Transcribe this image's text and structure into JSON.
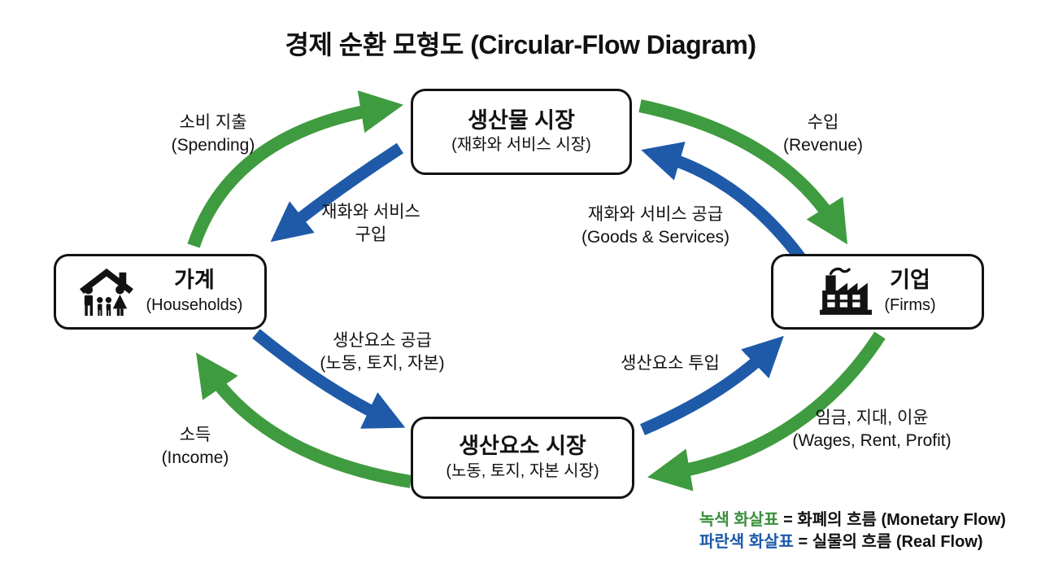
{
  "title": "경제 순환 모형도 (Circular-Flow Diagram)",
  "colors": {
    "monetary_green": "#3f9b3f",
    "real_blue": "#1e5aa8",
    "box_border": "#121212"
  },
  "nodes": {
    "product_market": {
      "title": "생산물 시장",
      "subtitle": "(재화와 서비스 시장)"
    },
    "households": {
      "title": "가계",
      "subtitle": "(Households)"
    },
    "firms": {
      "title": "기업",
      "subtitle": "(Firms)"
    },
    "factor_market": {
      "title": "생산요소 시장",
      "subtitle": "(노동, 토지, 자본 시장)"
    }
  },
  "flow_labels": {
    "spending": {
      "line1": "소비 지출",
      "line2": "(Spending)"
    },
    "revenue": {
      "line1": "수입",
      "line2": "(Revenue)"
    },
    "goods_purchase": {
      "line1": "재화와 서비스",
      "line2": "구입"
    },
    "goods_supply": {
      "line1": "재화와 서비스 공급",
      "line2": "(Goods & Services)"
    },
    "factor_supply": {
      "line1": "생산요소 공급",
      "line2": "(노동, 토지, 자본)"
    },
    "factor_input": {
      "line1": "생산요소 투입"
    },
    "income": {
      "line1": "소득",
      "line2": "(Income)"
    },
    "wages_rent_profit": {
      "line1": "임금, 지대, 이윤",
      "line2": "(Wages, Rent, Profit)"
    }
  },
  "legend": {
    "green_term": "녹색 화살표",
    "green_rest": " = 화폐의 흐름 (Monetary Flow)",
    "blue_term": "파란색 화살표",
    "blue_rest": " = 실물의 흐름 (Real Flow)"
  }
}
